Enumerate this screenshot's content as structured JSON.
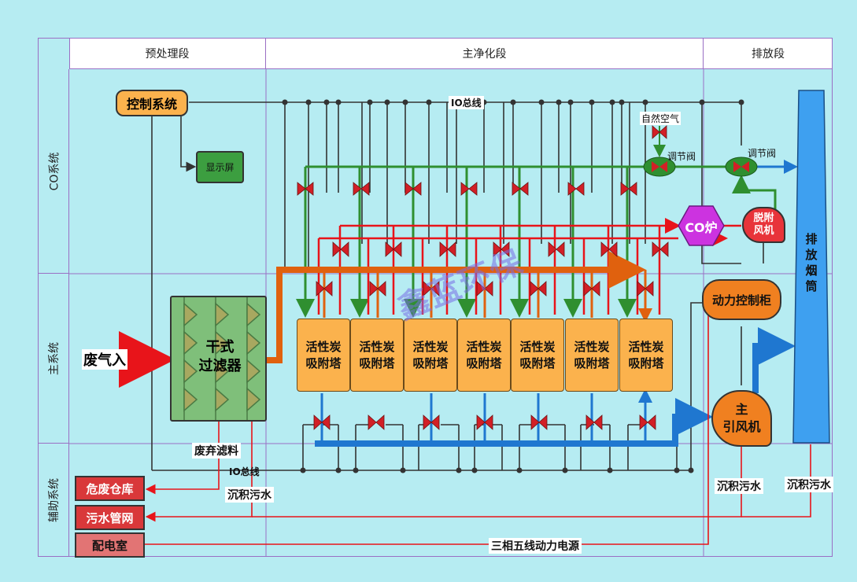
{
  "stages": {
    "pre": "预处理段",
    "main": "主净化段",
    "exhaust": "排放段"
  },
  "rows": {
    "co": "CO系统",
    "main": "主系统",
    "aux": "辅助系统"
  },
  "control": {
    "system": "控制系统",
    "display": "显示屏",
    "io_bus": "IO总线"
  },
  "inlet": "废气入",
  "filter": {
    "name": "干式\n过滤器",
    "waste": "废弃滤料"
  },
  "towers": [
    "活性炭\n吸附塔",
    "活性炭\n吸附塔",
    "活性炭\n吸附塔",
    "活性炭\n吸附塔",
    "活性炭\n吸附塔",
    "活性炭\n吸附塔",
    "活性炭\n吸附塔"
  ],
  "co_system": {
    "natural_air": "自然空气",
    "valve1": "调节阀",
    "valve2": "调节阀",
    "furnace": "CO炉",
    "desorb_fan": "脱附\n风机"
  },
  "power_cabinet": "动力控制柜",
  "main_fan": "主\n引风机",
  "stack": "排\n放\n烟\n筒",
  "aux": {
    "hazard_store": "危废仓库",
    "sewer": "污水管网",
    "power_room": "配电室",
    "sediment1": "沉积污水",
    "sediment2": "沉积污水",
    "sediment3": "沉积污水",
    "power_line": "三相五线动力电源"
  },
  "watermark": "鑫蓝环保",
  "colors": {
    "green": "#2f8f30",
    "red": "#e8141a",
    "orange": "#e0610e",
    "blue": "#1f77d0",
    "bus": "#333333"
  }
}
